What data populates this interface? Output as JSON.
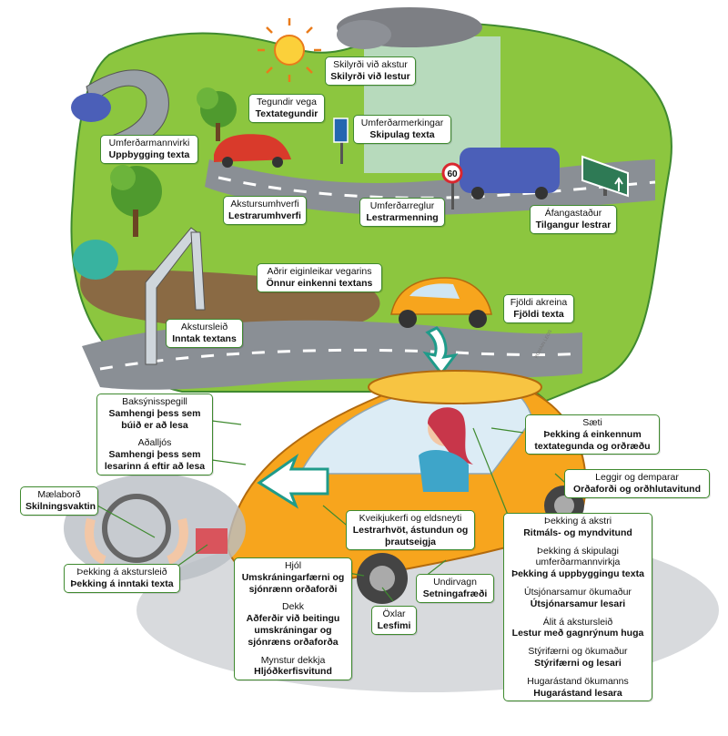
{
  "labels": {
    "skilyrdi": {
      "a": "Skilyrði við akstur",
      "b": "Skilyrði við lestur"
    },
    "tegundir": {
      "a": "Tegundir vega",
      "b": "Textategundir"
    },
    "umfmerki": {
      "a": "Umferðarmerkingar",
      "b": "Skipulag texta"
    },
    "mannvirki": {
      "a": "Umferðarmannvirki",
      "b": "Uppbygging texta"
    },
    "akstursumhverfi": {
      "a": "Akstursumhverfi",
      "b": "Lestrarumhverfi"
    },
    "umfreglur": {
      "a": "Umferðarreglur",
      "b": "Lestrarmenning"
    },
    "afangastadur": {
      "a": "Áfangastaður",
      "b": "Tilgangur lestrar"
    },
    "eiginleikar": {
      "a": "Aðrir eiginleikar vegarins",
      "b": "Önnur einkenni textans"
    },
    "akreina": {
      "a": "Fjöldi akreina",
      "b": "Fjöldi texta"
    },
    "akstursleid": {
      "a": "Akstursleið",
      "b": "Inntak textans"
    },
    "speglar": {
      "a1": "Baksýnisspegill",
      "b1": "Samhengi þess sem búið er að lesa",
      "a2": "Aðalljós",
      "b2": "Samhengi þess sem lesarinn á eftir að lesa"
    },
    "saeti": {
      "a": "Sæti",
      "b": "Þekking á einkennum textategunda og orðræðu"
    },
    "leggir": {
      "a": "Leggir og demparar",
      "b": "Orðaforði og orðhlutavitund"
    },
    "maelabord": {
      "a": "Mælaborð",
      "b": "Skilningsvaktin"
    },
    "kveikjukerfi": {
      "a": "Kveikjukerfi og eldsneyti",
      "b": "Lestrarhvöt, ástundun og þrautseigja"
    },
    "thekking_leid": {
      "a": "Þekking á akstursleið",
      "b": "Þekking á inntaki texta"
    },
    "hjol": {
      "a1": "Hjól",
      "b1": "Umskráningarfærni og sjónrænn orðaforði",
      "a2": "Dekk",
      "b2": "Aðferðir við beitingu umskráningar og sjónræns orðaforða",
      "a3": "Mynstur dekkja",
      "b3": "Hljóðkerfisvitund"
    },
    "undirvagn": {
      "a": "Undirvagn",
      "b": "Setningafræði"
    },
    "oxlar": {
      "a": "Öxlar",
      "b": "Lesfimi"
    },
    "akstri": {
      "a1": "Þekking á akstri",
      "b1": "Ritmáls- og myndvitund",
      "a2": "Þekking á skipulagi umferðarmannvirkja",
      "b2": "Þekking á uppbyggingu texta",
      "a3": "Útsjónarsamur ökumaður",
      "b3": "Útsjónarsamur lesari",
      "a4": "Álit á akstursleið",
      "b4": "Lestur með gagnrýnum huga",
      "a5": "Stýrifærni og ökumaður",
      "b5": "Stýrifærni og lesari",
      "a6": "Hugarástand ökumanns",
      "b6": "Hugarástand lesara"
    }
  },
  "sign_speed": "60",
  "credit": "ROMAIN LEOS",
  "colors": {
    "grass": "#8cc63f",
    "grass_dark": "#4f9a2e",
    "road": "#8a8f95",
    "car": "#f7a51d",
    "label_border": "#3f8a2f",
    "arrow": "#1f9b8a"
  }
}
